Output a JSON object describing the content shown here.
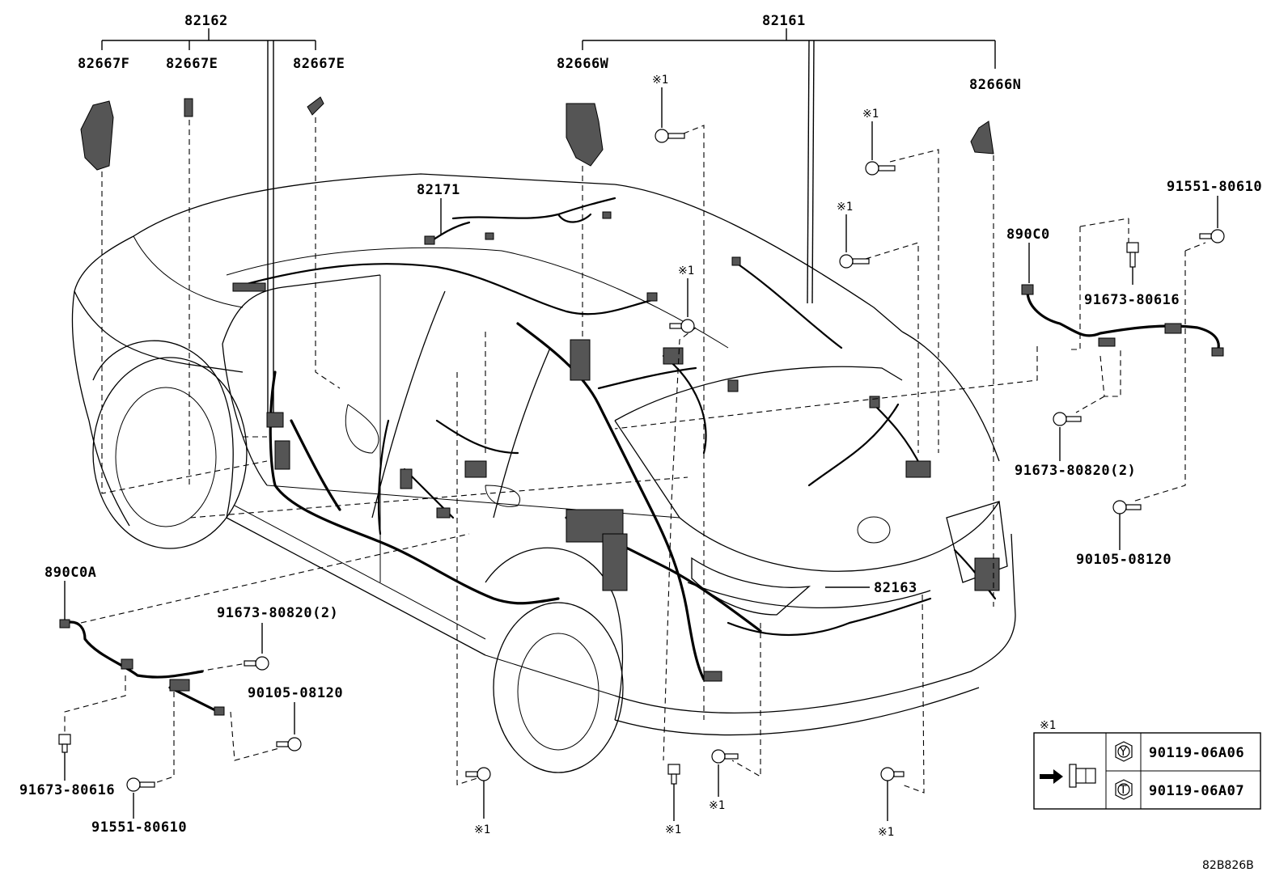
{
  "labels": {
    "harness_82162": "82162",
    "harness_82161": "82161",
    "part_82667F": "82667F",
    "part_82667E_left": "82667E",
    "part_82667E_right": "82667E",
    "part_82666W": "82666W",
    "part_82666N": "82666N",
    "part_82171": "82171",
    "part_82163": "82163",
    "part_890C0": "890C0",
    "part_890C0A": "890C0A",
    "bolt_91551_right": "91551-80610",
    "bolt_91673_80616_right": "91673-80616",
    "bolt_91673_80820_right": "91673-80820(2)",
    "bolt_90105_right": "90105-08120",
    "bolt_91673_80820_left": "91673-80820(2)",
    "bolt_90105_left": "90105-08120",
    "bolt_91673_80616_left": "91673-80616",
    "bolt_91551_left": "91551-80610"
  },
  "note_marks": {
    "mark_top_1": "※1",
    "mark_top_2": "※1",
    "mark_top_3": "※1",
    "mark_top_4": "※1",
    "mark_bottom_1": "※1",
    "mark_bottom_2": "※1",
    "mark_bottom_3": "※1",
    "mark_bottom_4": "※1"
  },
  "legend": {
    "title": "※1",
    "rows": [
      {
        "symbol": "Y",
        "part": "90119-06A06"
      },
      {
        "symbol": "T",
        "part": "90119-06A07"
      }
    ]
  },
  "diagram_code": "82B826B"
}
